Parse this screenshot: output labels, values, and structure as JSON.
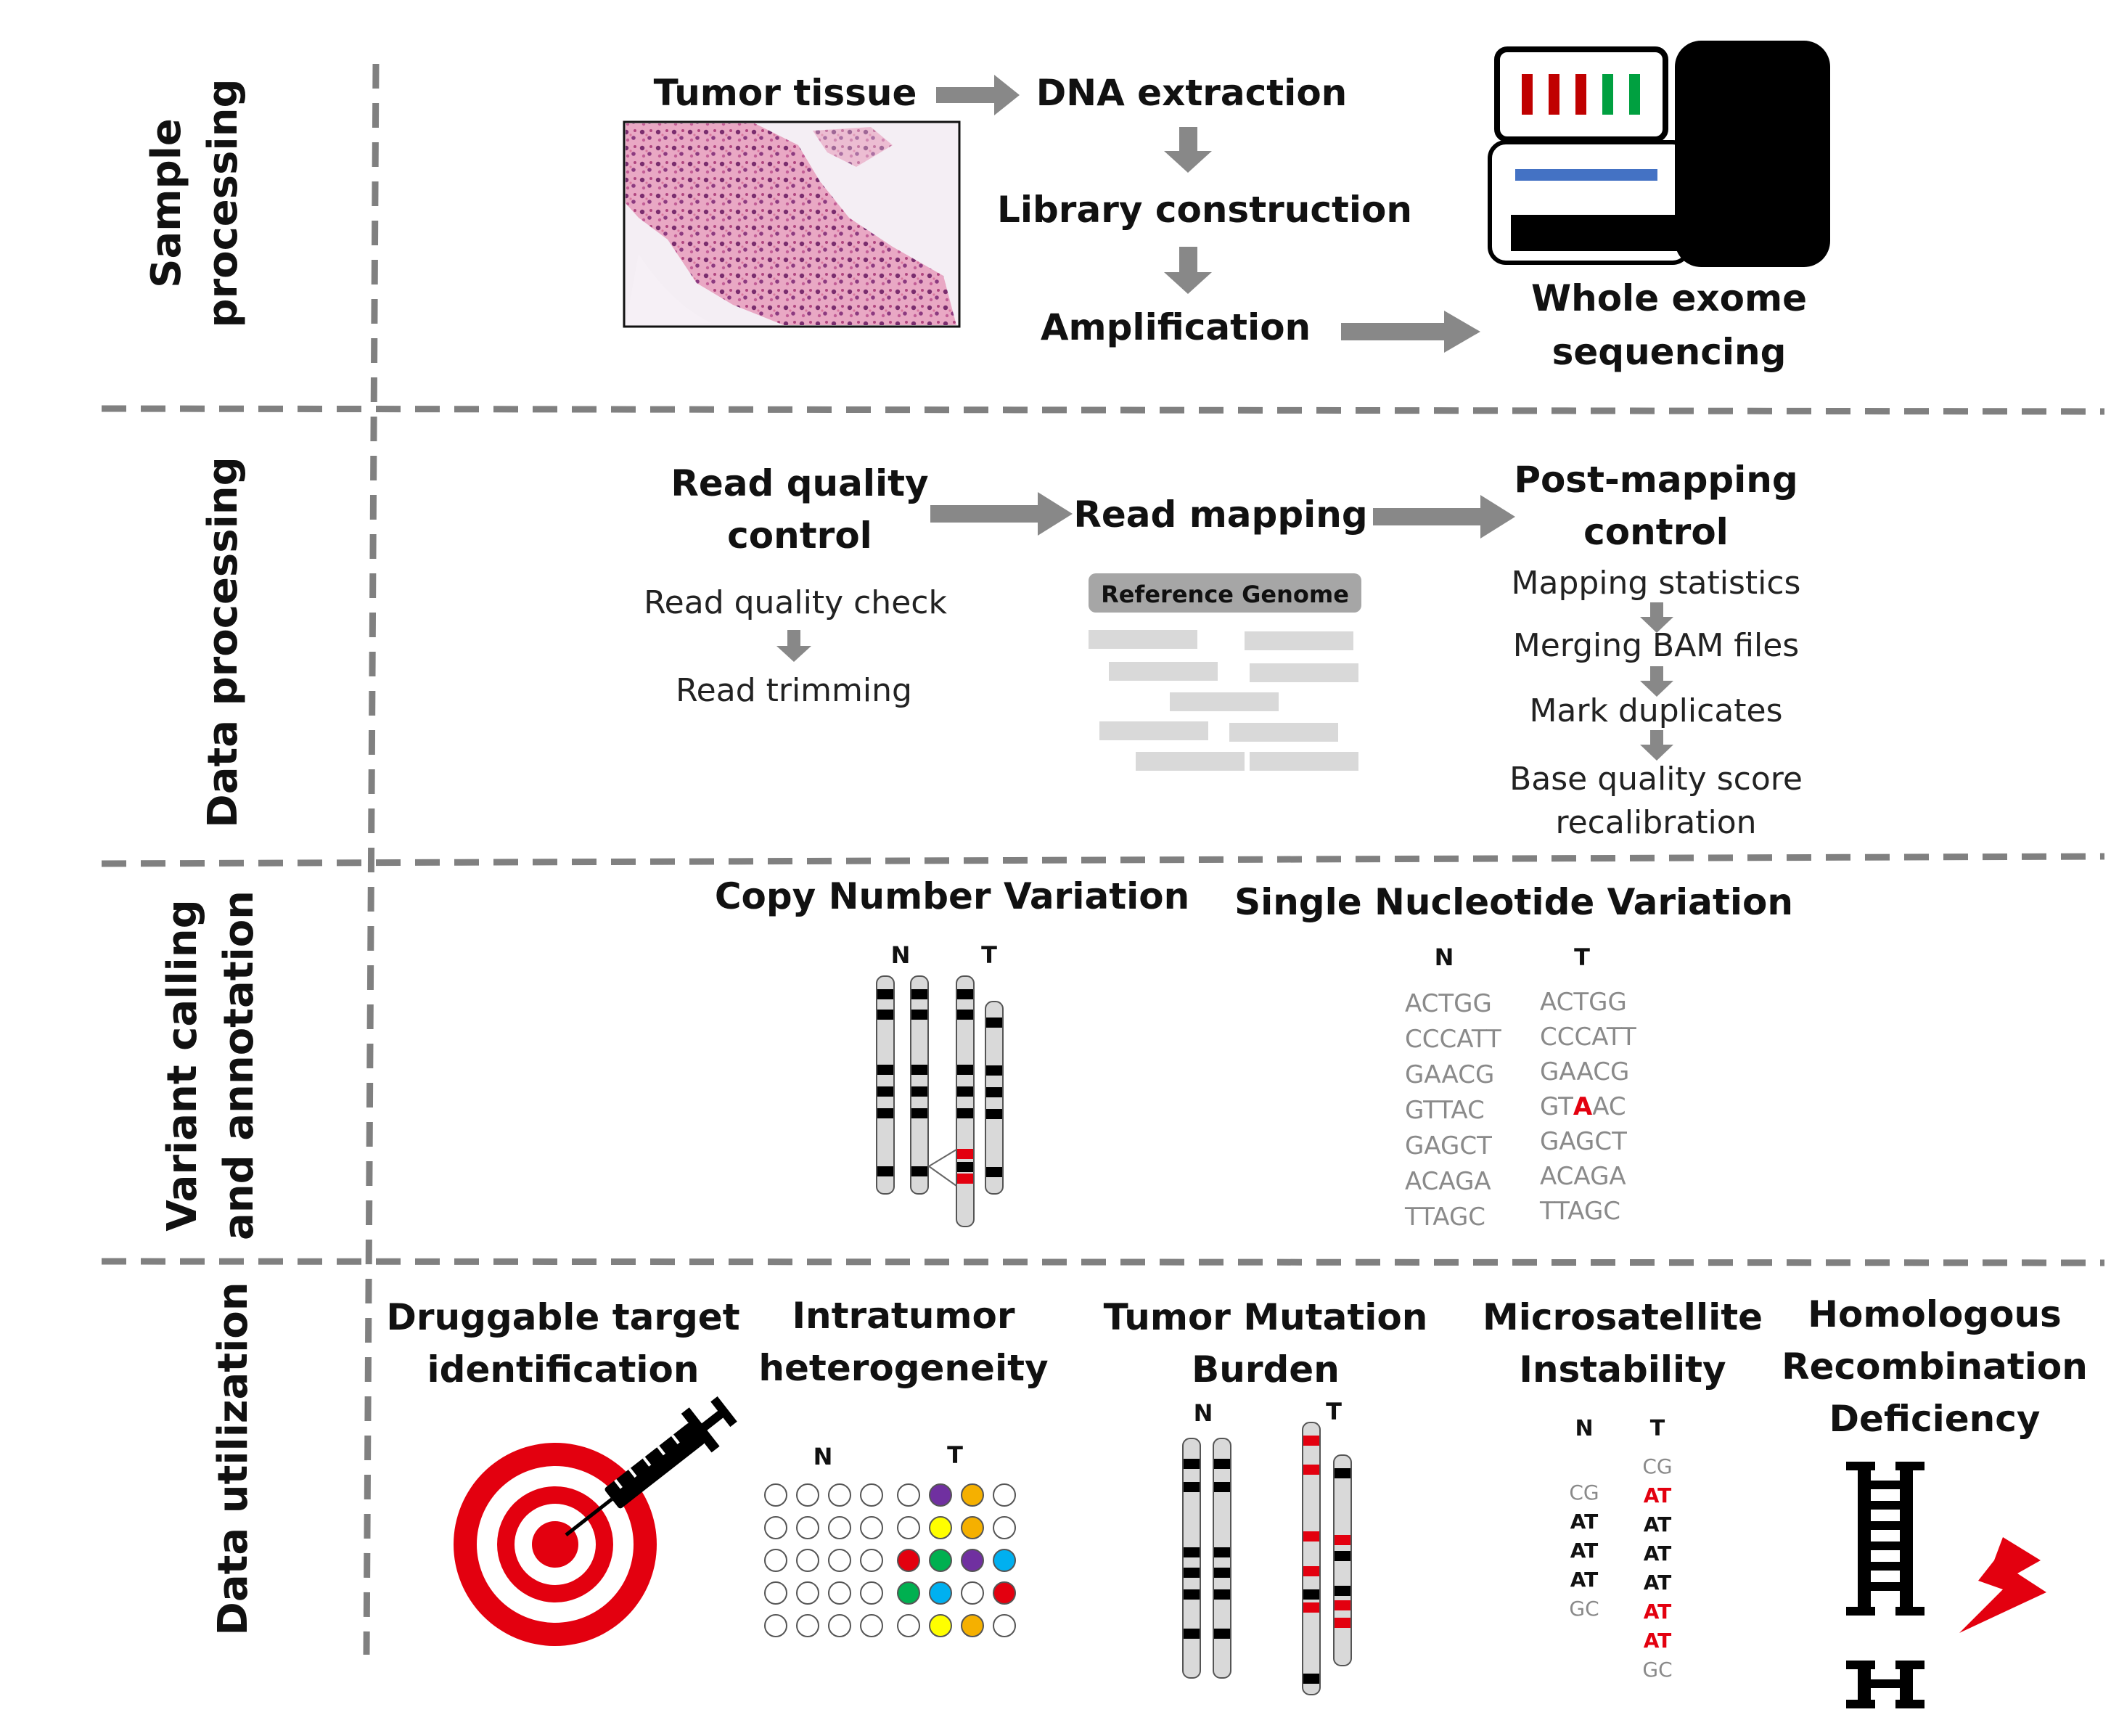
{
  "sections": {
    "sample": "Sample\nprocessing",
    "data": "Data processing",
    "variant": "Variant calling\nand annotation",
    "utilization": "Data utilization"
  },
  "sample_processing": {
    "tumor_tissue": "Tumor tissue",
    "dna_extraction": "DNA extraction",
    "library_construction": "Library construction",
    "amplification": "Amplification",
    "wes_line1": "Whole exome",
    "wes_line2": "sequencing"
  },
  "data_processing": {
    "rqc_line1": "Read quality",
    "rqc_line2": "control",
    "read_quality_check": "Read quality check",
    "read_trimming": "Read trimming",
    "read_mapping": "Read mapping",
    "reference_genome": "Reference Genome",
    "pmc_line1": "Post-mapping",
    "pmc_line2": "control",
    "mapping_statistics": "Mapping statistics",
    "merging_bam": "Merging BAM files",
    "mark_duplicates": "Mark duplicates",
    "bqsr_line1": "Base quality score",
    "bqsr_line2": "recalibration"
  },
  "variant_calling": {
    "cnv_title": "Copy Number Variation",
    "snv_title": "Single Nucleotide Variation",
    "n": "N",
    "t": "T",
    "snv_normal": [
      "ACTGG",
      "CCCATT",
      "GAACG",
      "GTTAC",
      "GAGCT",
      "ACAGA",
      "TTAGC"
    ],
    "snv_tumor": [
      "ACTGG",
      "CCCATT",
      "GAACG",
      "GTAAC",
      "GAGCT",
      "ACAGA",
      "TTAGC"
    ],
    "snv_variant_prefix": "GT",
    "snv_variant_base": "A",
    "snv_variant_suffix": "AC"
  },
  "data_utilization": {
    "druggable_line1": "Druggable target",
    "druggable_line2": "identification",
    "ith_line1": "Intratumor",
    "ith_line2": "heterogeneity",
    "tmb_line1": "Tumor Mutation",
    "tmb_line2": "Burden",
    "msi_line1": "Microsatellite",
    "msi_line2": "Instability",
    "hrd_line1": "Homologous",
    "hrd_line2": "Recombination",
    "hrd_line3": "Deficiency",
    "n": "N",
    "t": "T",
    "msi_normal": [
      "CG",
      "AT",
      "AT",
      "AT",
      "GC"
    ],
    "msi_tumor": [
      "CG",
      "AT",
      "AT",
      "AT",
      "AT",
      "AT",
      "AT",
      "GC"
    ]
  },
  "colors": {
    "arrow": "#888888",
    "divider": "#808080",
    "red": "#e3000f",
    "chrom_fill": "#d9d9d9",
    "black": "#000000",
    "purple": "#7030a0",
    "orange": "#f5b000",
    "yellow": "#ffff00",
    "green": "#00b050",
    "blue": "#00b0f0",
    "seq_bar_red": "#c00000",
    "seq_bar_green": "#00a040",
    "seq_bar_blue": "#4472c4"
  },
  "icons": {
    "tissue": "histology-image",
    "sequencer": "sequencer-icon",
    "target": "target-icon",
    "syringe": "syringe-icon",
    "lightning": "lightning-icon",
    "dna_break": "dna-ladder-icon"
  }
}
